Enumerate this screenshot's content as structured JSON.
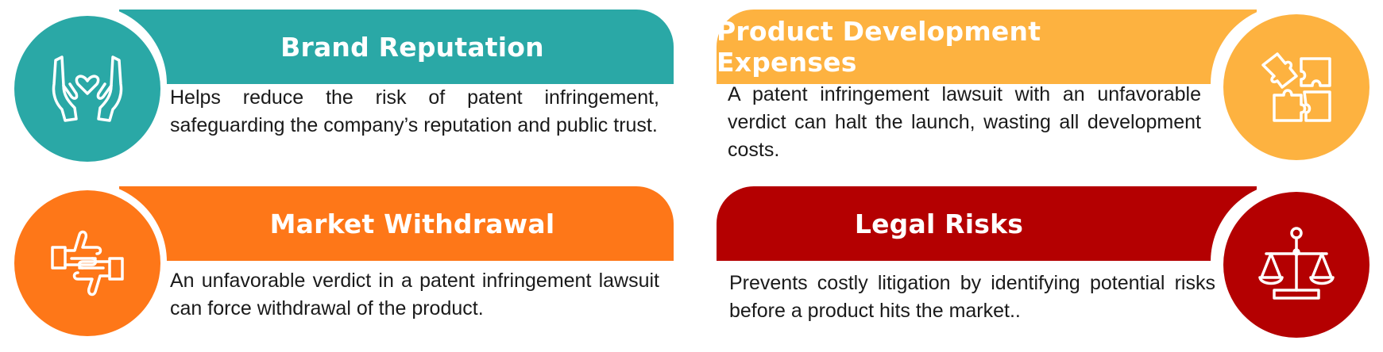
{
  "cards": {
    "brand": {
      "title": "Brand Reputation",
      "description": "Helps reduce the risk of patent infringement, safeguarding the company’s reputation and public trust.",
      "color": "#2aa8a6",
      "icon": "hands-heart-icon"
    },
    "market": {
      "title": "Market Withdrawal",
      "description": "An unfavorable verdict in a patent infringement lawsuit can force withdrawal of the product.",
      "color": "#fe7718",
      "icon": "thumbs-up-down-icon"
    },
    "product": {
      "title": "Product Development Expenses",
      "description": "A patent infringement lawsuit with an unfavorable verdict can halt the launch, wasting all development costs.",
      "color": "#fdb240",
      "icon": "puzzle-pieces-icon"
    },
    "legal": {
      "title": "Legal Risks",
      "description": "Prevents costly litigation by identifying potential risks before a product hits the market..",
      "color": "#b40001",
      "icon": "scales-of-justice-icon"
    }
  }
}
